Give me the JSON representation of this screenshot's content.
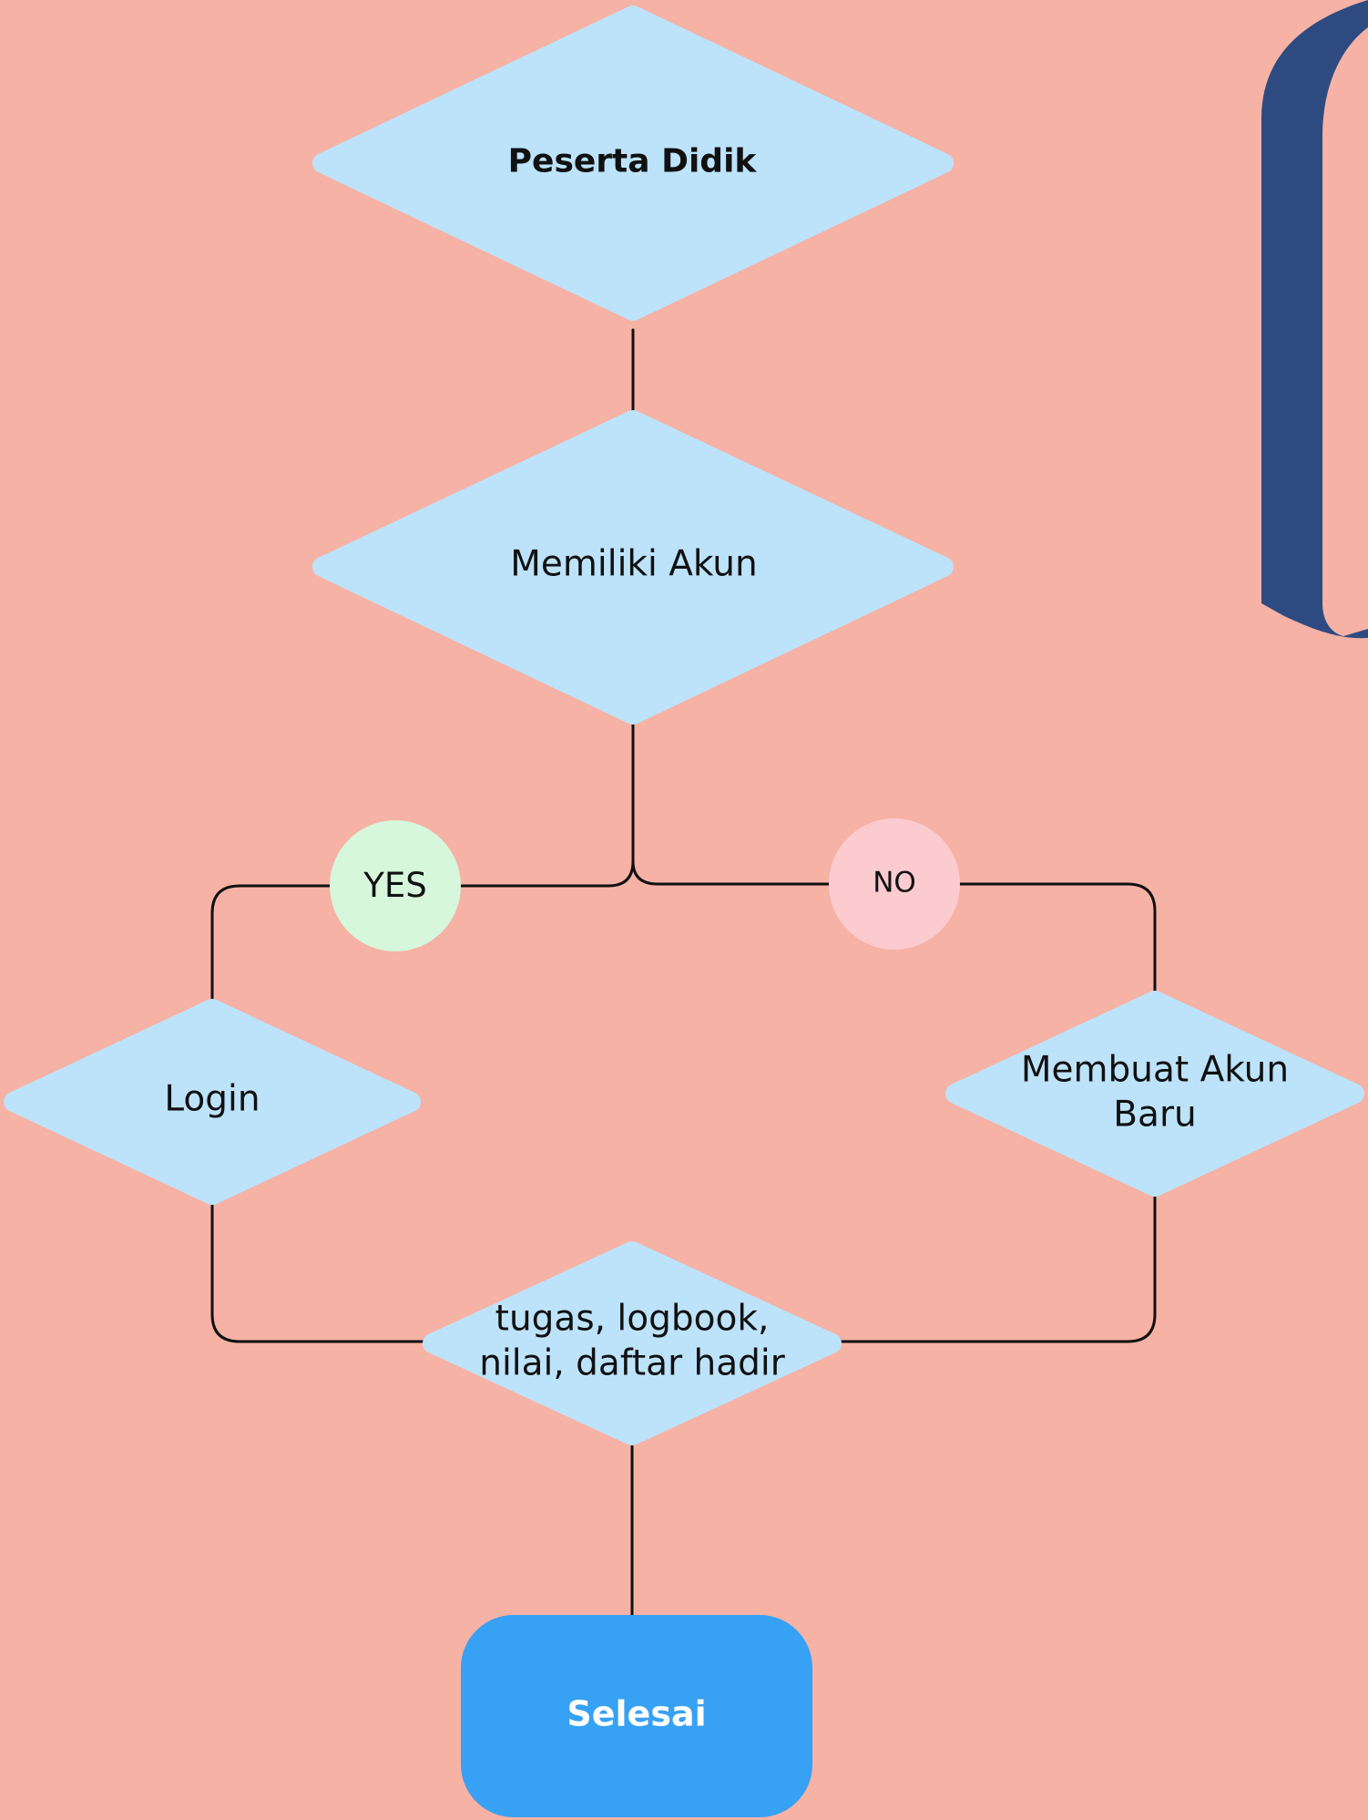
{
  "nodes": {
    "start": "Peserta Didik",
    "decision": "Memiliki Akun",
    "yes": "YES",
    "no": "NO",
    "login": "Login",
    "new_account": [
      "Membuat Akun",
      "Baru"
    ],
    "activities": [
      "tugas, logbook,",
      "nilai, daftar hadir"
    ],
    "end": "Selesai"
  },
  "colors": {
    "background": "#f6b2a5",
    "diamond": "#bde3fb",
    "yes_circle": "#d6f7dc",
    "no_circle": "#fccbd0",
    "end_box": "#37a1f3",
    "decoration": "#2d4b81",
    "connector": "#111111"
  }
}
